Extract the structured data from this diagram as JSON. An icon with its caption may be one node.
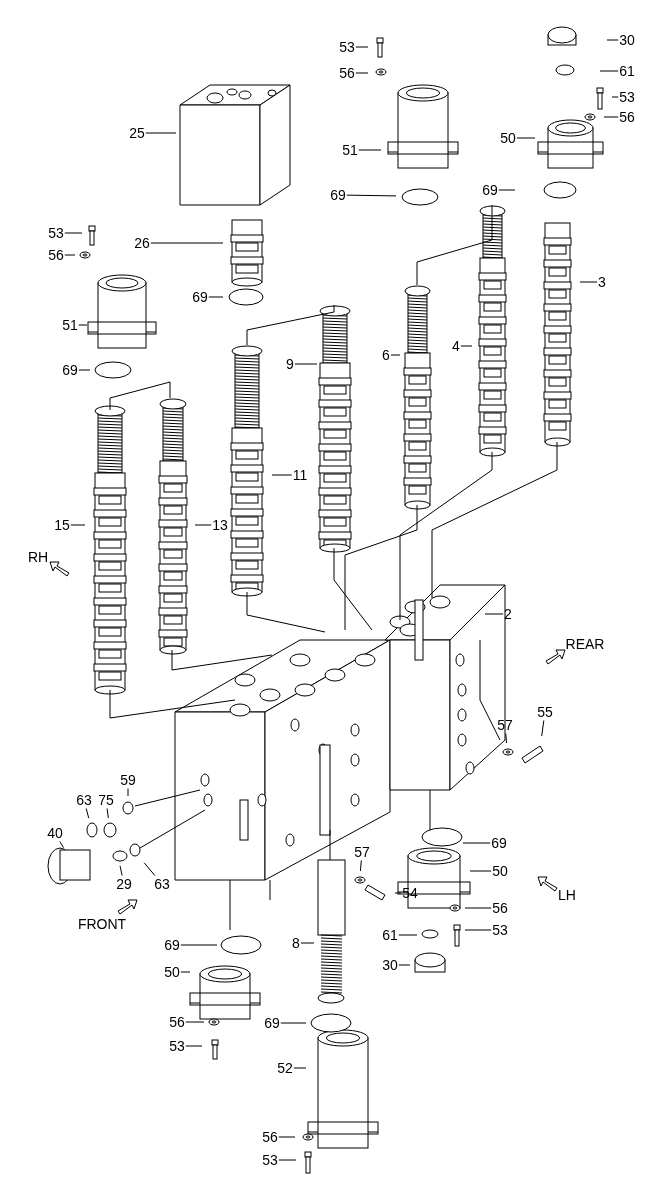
{
  "diagram": {
    "nodes": [
      {
        "text": [
          "30"
        ]
      },
      {
        "text": [
          "53"
        ]
      },
      {
        "text": [
          "61"
        ]
      },
      {
        "text": [
          "56"
        ]
      },
      {
        "text": [
          "53"
        ]
      },
      {
        "text": [
          "56"
        ]
      },
      {
        "text": [
          "25"
        ]
      },
      {
        "text": [
          "50"
        ]
      },
      {
        "text": [
          "51"
        ]
      },
      {
        "text": [
          "69"
        ]
      },
      {
        "text": [
          "69"
        ]
      },
      {
        "text": [
          "53"
        ]
      },
      {
        "text": [
          "26"
        ]
      },
      {
        "text": [
          "56"
        ]
      },
      {
        "text": [
          "3"
        ]
      },
      {
        "text": [
          "69"
        ]
      },
      {
        "text": [
          "51"
        ]
      },
      {
        "text": [
          "6"
        ]
      },
      {
        "text": [
          "4"
        ]
      },
      {
        "text": [
          "9"
        ]
      },
      {
        "text": [
          "69"
        ]
      },
      {
        "text": [
          "11"
        ]
      },
      {
        "text": [
          "15"
        ]
      },
      {
        "text": [
          "13"
        ]
      },
      {
        "text": [
          "2"
        ]
      },
      {
        "text": [
          "55"
        ]
      },
      {
        "text": [
          "57"
        ]
      },
      {
        "text": [
          "59"
        ]
      },
      {
        "text": [
          "63"
        ]
      },
      {
        "text": [
          "75"
        ]
      },
      {
        "text": [
          "40"
        ]
      },
      {
        "text": [
          "69"
        ]
      },
      {
        "text": [
          "57"
        ]
      },
      {
        "text": [
          "63"
        ]
      },
      {
        "text": [
          "50"
        ]
      },
      {
        "text": [
          "54"
        ]
      },
      {
        "text": [
          "29"
        ]
      },
      {
        "text": [
          "56"
        ]
      },
      {
        "text": [
          "61"
        ]
      },
      {
        "text": [
          "53"
        ]
      },
      {
        "text": [
          "8"
        ]
      },
      {
        "text": [
          "69"
        ]
      },
      {
        "text": [
          "30"
        ]
      },
      {
        "text": [
          "50"
        ]
      },
      {
        "text": [
          "56"
        ]
      },
      {
        "text": [
          "69"
        ]
      },
      {
        "text": [
          "53"
        ]
      },
      {
        "text": [
          "52"
        ]
      },
      {
        "text": [
          "56"
        ]
      },
      {
        "text": [
          "53"
        ]
      }
    ],
    "edges": [
      {
        "from": 0,
        "to": null,
        "arrow": "none"
      },
      {
        "from": 1,
        "to": null,
        "arrow": "none"
      },
      {
        "from": 2,
        "to": null,
        "arrow": "none"
      },
      {
        "from": 3,
        "to": null,
        "arrow": "none"
      },
      {
        "from": 4,
        "to": null,
        "arrow": "none"
      },
      {
        "from": 5,
        "to": null,
        "arrow": "none"
      },
      {
        "from": 6,
        "to": null,
        "arrow": "none"
      },
      {
        "from": 7,
        "to": null,
        "arrow": "none"
      },
      {
        "from": 8,
        "to": null,
        "arrow": "none"
      },
      {
        "from": 9,
        "to": null,
        "arrow": "none"
      },
      {
        "from": 10,
        "to": null,
        "arrow": "none"
      },
      {
        "from": 11,
        "to": null,
        "arrow": "none"
      },
      {
        "from": 12,
        "to": null,
        "arrow": "none"
      },
      {
        "from": 13,
        "to": null,
        "arrow": "none"
      },
      {
        "from": 14,
        "to": null,
        "arrow": "none"
      },
      {
        "from": 15,
        "to": null,
        "arrow": "none"
      },
      {
        "from": 16,
        "to": null,
        "arrow": "none"
      },
      {
        "from": 17,
        "to": null,
        "arrow": "none"
      },
      {
        "from": 18,
        "to": null,
        "arrow": "none"
      },
      {
        "from": 19,
        "to": null,
        "arrow": "none"
      },
      {
        "from": 20,
        "to": null,
        "arrow": "none"
      },
      {
        "from": 21,
        "to": null,
        "arrow": "none"
      },
      {
        "from": 22,
        "to": null,
        "arrow": "none"
      },
      {
        "from": 23,
        "to": null,
        "arrow": "none"
      },
      {
        "from": 24,
        "to": null,
        "arrow": "none"
      },
      {
        "from": 25,
        "to": null,
        "arrow": "none"
      },
      {
        "from": 26,
        "to": null,
        "arrow": "none"
      },
      {
        "from": 27,
        "to": null,
        "arrow": "none"
      },
      {
        "from": 28,
        "to": null,
        "arrow": "none"
      },
      {
        "from": 29,
        "to": null,
        "arrow": "none"
      },
      {
        "from": 30,
        "to": null,
        "arrow": "none"
      },
      {
        "from": 31,
        "to": null,
        "arrow": "none"
      },
      {
        "from": 32,
        "to": null,
        "arrow": "none"
      },
      {
        "from": 33,
        "to": null,
        "arrow": "none"
      },
      {
        "from": 34,
        "to": null,
        "arrow": "none"
      },
      {
        "from": 35,
        "to": null,
        "arrow": "none"
      },
      {
        "from": 36,
        "to": null,
        "arrow": "none"
      },
      {
        "from": 37,
        "to": null,
        "arrow": "none"
      },
      {
        "from": 38,
        "to": null,
        "arrow": "none"
      },
      {
        "from": 39,
        "to": null,
        "arrow": "none"
      },
      {
        "from": 40,
        "to": null,
        "arrow": "none"
      },
      {
        "from": 41,
        "to": null,
        "arrow": "none"
      },
      {
        "from": 42,
        "to": null,
        "arrow": "none"
      },
      {
        "from": 43,
        "to": null,
        "arrow": "none"
      },
      {
        "from": 44,
        "to": null,
        "arrow": "none"
      },
      {
        "from": 45,
        "to": null,
        "arrow": "none"
      },
      {
        "from": 46,
        "to": null,
        "arrow": "none"
      },
      {
        "from": 47,
        "to": null,
        "arrow": "none"
      },
      {
        "from": 48,
        "to": null,
        "arrow": "none"
      },
      {
        "from": 49,
        "to": null,
        "arrow": "none"
      }
    ],
    "labels": [
      "RH",
      "REAR",
      "LH",
      "FRONT"
    ]
  }
}
